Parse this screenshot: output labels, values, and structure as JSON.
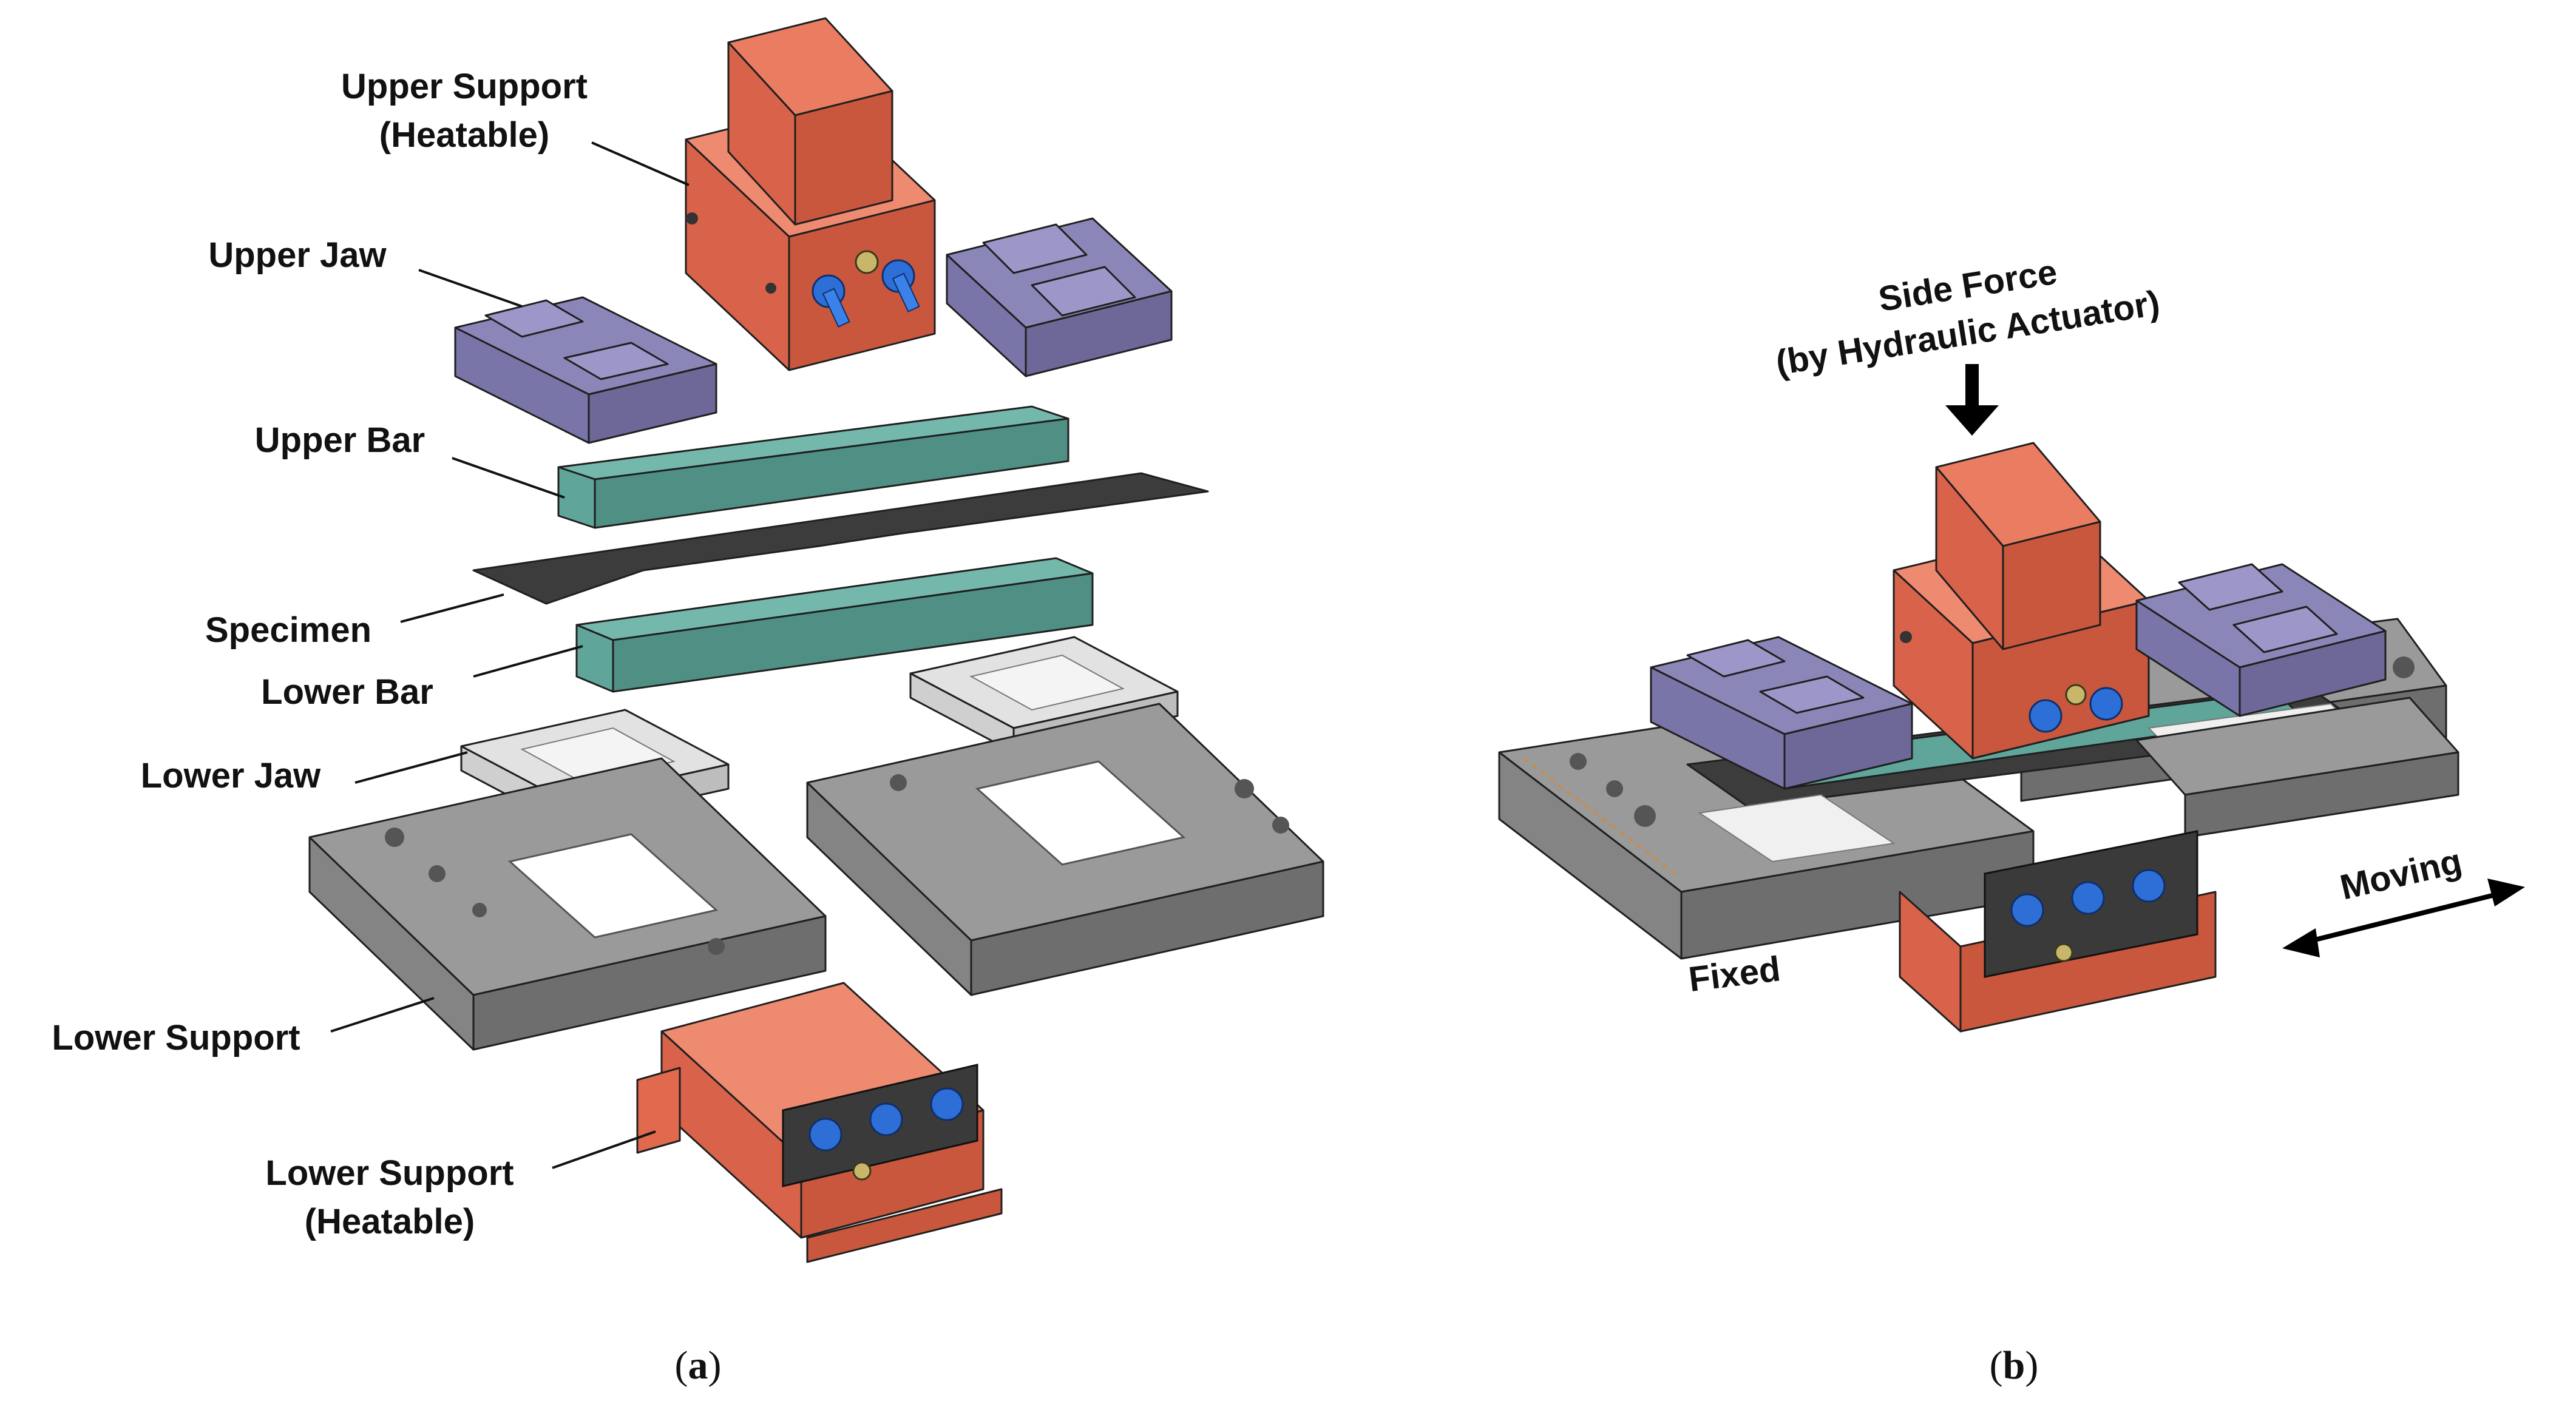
{
  "figure": {
    "panel_a": {
      "caption_letter": "a",
      "labels": {
        "upper_support_line1": "Upper Support",
        "upper_support_line2": "(Heatable)",
        "upper_jaw": "Upper Jaw",
        "upper_bar": "Upper Bar",
        "specimen": "Specimen",
        "lower_bar": "Lower Bar",
        "lower_jaw": "Lower Jaw",
        "lower_support": "Lower Support",
        "lower_support_heat_line1": "Lower Support",
        "lower_support_heat_line2": "(Heatable)"
      }
    },
    "panel_b": {
      "caption_letter": "b",
      "labels": {
        "side_force_line1": "Side Force",
        "side_force_line2": "(by Hydraulic Actuator)",
        "moving": "Moving",
        "fixed": "Fixed"
      }
    }
  },
  "colors": {
    "heater_orange": "#e0694e",
    "jaw_purple": "#8b86b8",
    "bar_teal": "#5fa59a",
    "specimen_dark": "#3c3c3c",
    "support_gray": "#7d7d7d",
    "lower_jaw_light": "#e2e2e2",
    "fitting_blue": "#2d6fd6"
  }
}
